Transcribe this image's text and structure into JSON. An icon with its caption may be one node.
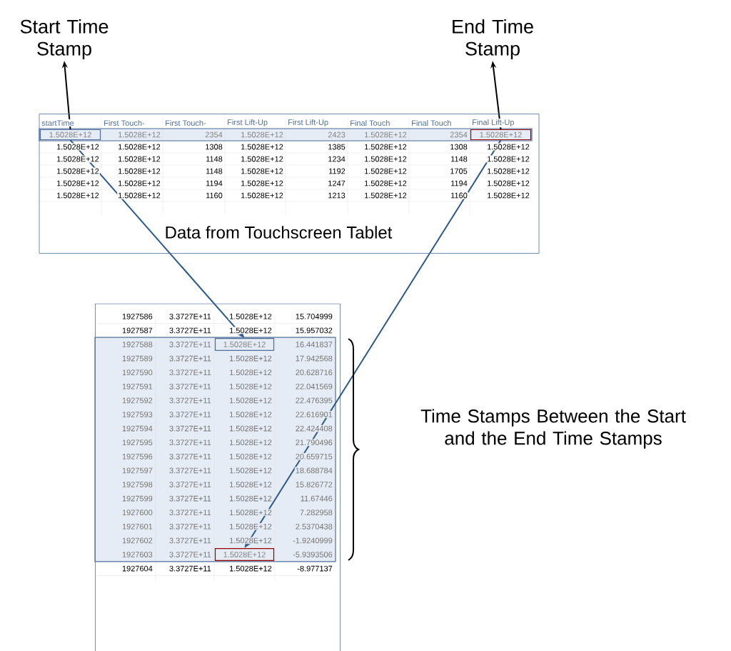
{
  "diagram": {
    "nodes": [
      {
        "text": [
          "Start Time Stamp"
        ]
      },
      {
        "text": [
          "End Time Stamp"
        ]
      },
      {
        "text": [
          "Data from Touchscreen Tablet"
        ]
      },
      {
        "text": [
          "1.5028E+12"
        ],
        "in": 2
      },
      {
        "text": [
          "1.5028E+12"
        ],
        "in": 2
      },
      {
        "text": [],
        "shape": "box"
      },
      {
        "text": [
          "1.5028E+12"
        ],
        "in": 5
      },
      {
        "text": [
          "1.5028E+12"
        ],
        "in": 5
      }
    ],
    "edges": [
      {
        "from": 3,
        "to": 0,
        "arrow": "to"
      },
      {
        "from": 4,
        "to": 1,
        "arrow": "to"
      },
      {
        "from": 3,
        "to": 6,
        "arrow": "to",
        "color": "#2c5a8c"
      },
      {
        "from": 4,
        "to": 7,
        "arrow": "to",
        "color": "#2c5a8c"
      }
    ],
    "labels": [
      "startTime",
      "First Touch-",
      "First Touch-",
      "First Lift-Up",
      "First Lift-Up",
      "Final Touch",
      "Final Touch",
      "Final Lift-Up",
      "1.5028E+12",
      "2354",
      "1.5028E+12",
      "2423",
      "1.5028E+12",
      "2354",
      "1.5028E+12",
      "1.5028E+12",
      "1308",
      "1.5028E+12",
      "1385",
      "1.5028E+12",
      "1308",
      "1.5028E+12",
      "1.5028E+12",
      "1.5028E+12",
      "1148",
      "1.5028E+12",
      "1234",
      "1.5028E+12",
      "1148",
      "1.5028E+12",
      "1.5028E+12",
      "1.5028E+12",
      "1148",
      "1.5028E+12",
      "1192",
      "1.5028E+12",
      "1705",
      "1.5028E+12",
      "1.5028E+12",
      "1.5028E+12",
      "1194",
      "1.5028E+12",
      "1247",
      "1.5028E+12",
      "1194",
      "1.5028E+12",
      "1.5028E+12",
      "1.5028E+12",
      "1160",
      "1.5028E+12",
      "1213",
      "1.5028E+12",
      "1160",
      "1.5028E+12",
      "1927586",
      "3.3727E+11",
      "1.5028E+12",
      "15.704999",
      "1927587",
      "3.3727E+11",
      "1.5028E+12",
      "15.957032",
      "1927588",
      "3.3727E+11",
      "16.441837",
      "1927589",
      "3.3727E+11",
      "1.5028E+12",
      "17.942568",
      "1927590",
      "3.3727E+11",
      "1.5028E+12",
      "20.628716",
      "1927591",
      "3.3727E+11",
      "1.5028E+12",
      "22.041569",
      "1927592",
      "3.3727E+11",
      "1.5028E+12",
      "22.476395",
      "1927593",
      "3.3727E+11",
      "1.5028E+12",
      "22.616901",
      "1927594",
      "3.3727E+11",
      "1.5028E+12",
      "22.424408",
      "1927595",
      "3.3727E+11",
      "1.5028E+12",
      "21.790496",
      "1927596",
      "3.3727E+11",
      "1.5028E+12",
      "20.659715",
      "1927597",
      "3.3727E+11",
      "1.5028E+12",
      "18.688784",
      "1927598",
      "3.3727E+11",
      "1.5028E+12",
      "15.826772",
      "1927599",
      "3.3727E+11",
      "1.5028E+12",
      "11.67446",
      "1927600",
      "3.3727E+11",
      "1.5028E+12",
      "7.282958",
      "1927601",
      "3.3727E+11",
      "1.5028E+12",
      "2.5370438",
      "1927602",
      "3.3727E+11",
      "1.5028E+12",
      "-1.9240999",
      "1927603",
      "3.3727E+11",
      "-5.9393506",
      "1927604",
      "3.3727E+11",
      "1.5028E+12",
      "-8.977137",
      "Time Stamps Between the Start and the End Time Stamps"
    ]
  }
}
